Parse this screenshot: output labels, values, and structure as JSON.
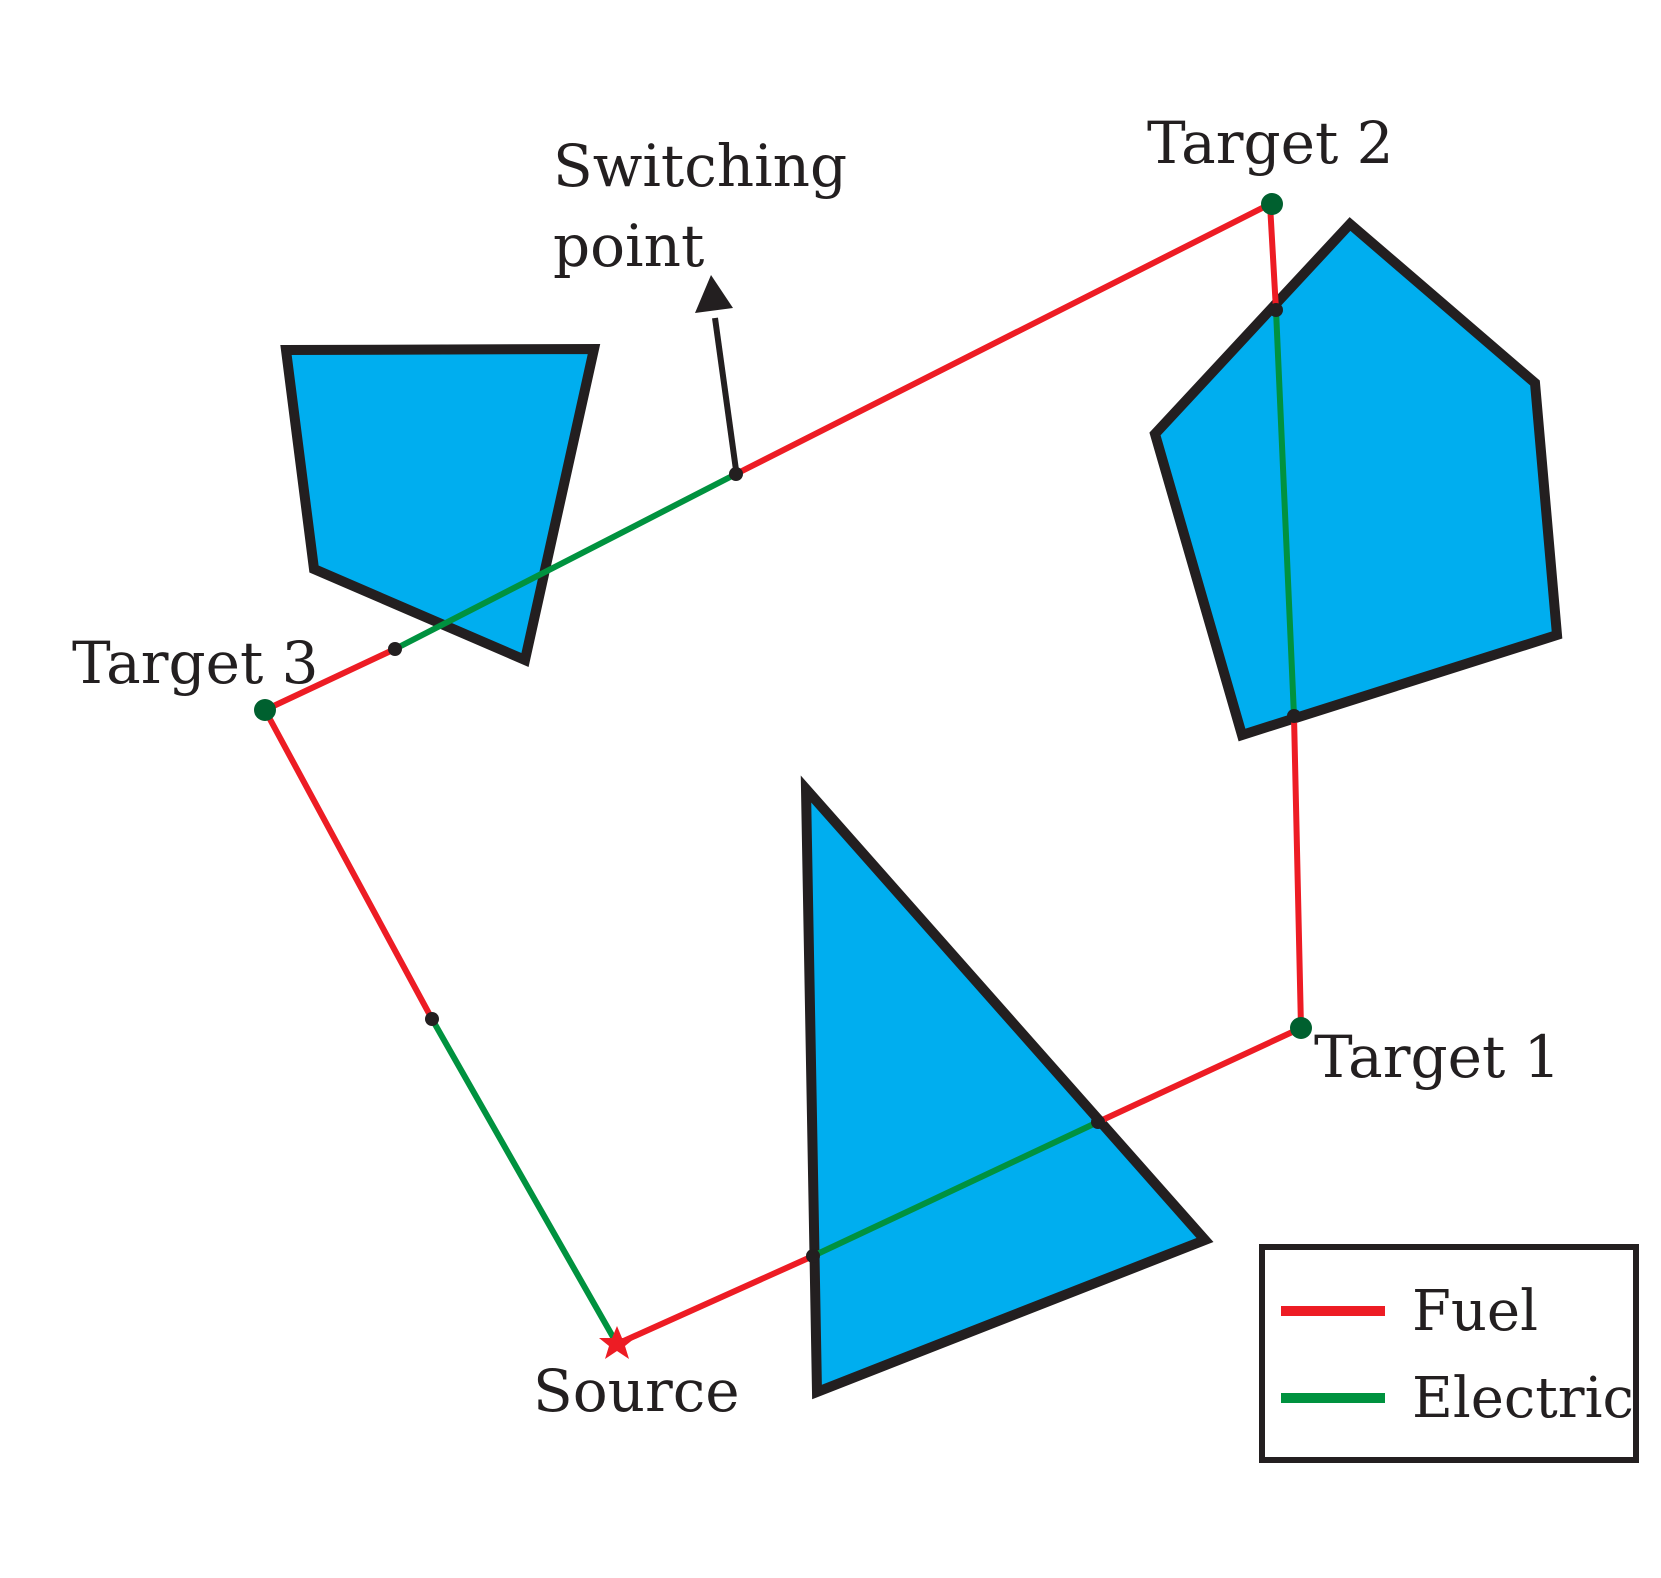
{
  "labels": {
    "switching_line1": "Switching",
    "switching_line2": "point",
    "target1": "Target 1",
    "target2": "Target 2",
    "target3": "Target 3",
    "source": "Source"
  },
  "legend": {
    "fuel": "Fuel",
    "electric": "Electric"
  },
  "colors": {
    "fuel": "#ed1c24",
    "electric": "#00923f",
    "obstacle": "#00aeef",
    "outline": "#231f20",
    "target": "#00602f"
  }
}
